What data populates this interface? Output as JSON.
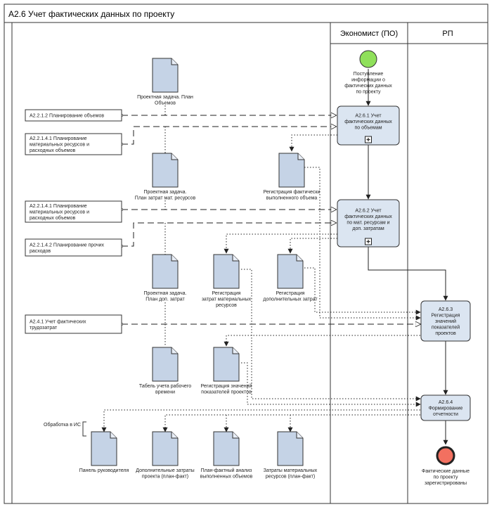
{
  "diagram": {
    "title": "А2.6 Учет фактических данных по проекту",
    "lanes": [
      "Экономист (ПО)",
      "РП"
    ],
    "external_processes": [
      [
        "А2.2.1.2 Планирование объемов"
      ],
      [
        "А2.2.1.4.1 Планирование",
        "материальных ресурсов и",
        "расходных объемов"
      ],
      [
        "А2.2.1.4.1 Планирование",
        "материальных ресурсов и",
        "расходных объемов"
      ],
      [
        "А2.2.1.4.2 Планирование прочих",
        "расходов"
      ],
      [
        "А2.4.1 Учет фактических",
        "трудозатрат"
      ]
    ],
    "tasks": [
      [
        "А2.6.1 Учет",
        "фактических данных",
        "по объемам"
      ],
      [
        "А2.6.2 Учет",
        "фактических данных",
        "по мат. ресурсам и",
        "доп. затратам"
      ],
      [
        "А2.6.3",
        "Регистрация",
        "значений",
        "показателей",
        "проектов"
      ],
      [
        "А2.6.4",
        "Формирование",
        "отчетности"
      ]
    ],
    "start_event": [
      "Поступление",
      "информации о",
      "фактических данных",
      "по проекту"
    ],
    "end_event": [
      "Фактические данные",
      "по проекту",
      "зарегистрированы"
    ],
    "documents": [
      [
        "Проектная задача. План",
        "Объемов"
      ],
      [
        "Проектная задача.",
        "План затрат мат. ресурсов"
      ],
      [
        "Регистрация фактически",
        "выполненного объема"
      ],
      [
        "Проектная задача.",
        "План доп. затрат"
      ],
      [
        "Регистрация",
        "затрат материальных",
        "ресурсов"
      ],
      [
        "Регистрация",
        "дополнительных затрат"
      ],
      [
        "Табель учета рабочего",
        "времени"
      ],
      [
        "Регистрация значений",
        "показателей проектов"
      ],
      [
        "Панель руководителя"
      ],
      [
        "Дополнительные затраты",
        "проекта (план-факт)"
      ],
      [
        "План-фактный анализ",
        "выполненных объемов"
      ],
      [
        "Затраты материальных",
        "ресурсов (план-факт)"
      ]
    ],
    "annotation": "Обработка в ИС",
    "colors": {
      "task_fill": "#dbe5f1",
      "doc_fill": "#c5d3e6",
      "start_fill": "#8fe05a",
      "end_fill": "#f27060",
      "border": "#333333"
    }
  }
}
